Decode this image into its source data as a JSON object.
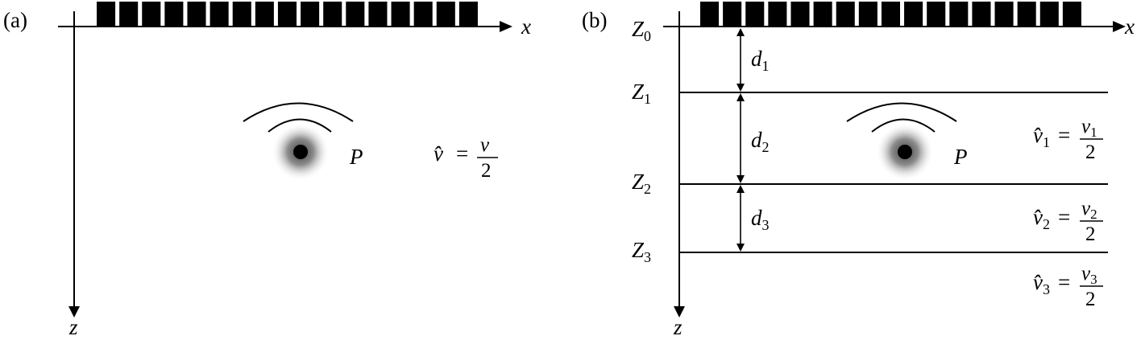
{
  "panel_a": {
    "label": "(a)",
    "x_axis": "x",
    "z_axis": "z",
    "point": "P",
    "velocity": {
      "hat": "v̂",
      "eq": "=",
      "num": "v",
      "den": "2"
    }
  },
  "panel_b": {
    "label": "(b)",
    "x_axis": "x",
    "z_axis": "z",
    "point": "P",
    "depths": [
      {
        "z": "Z",
        "sub": "0"
      },
      {
        "z": "Z",
        "sub": "1"
      },
      {
        "z": "Z",
        "sub": "2"
      },
      {
        "z": "Z",
        "sub": "3"
      }
    ],
    "thickness": [
      {
        "d": "d",
        "sub": "1"
      },
      {
        "d": "d",
        "sub": "2"
      },
      {
        "d": "d",
        "sub": "3"
      }
    ],
    "velocities": [
      {
        "hat": "v̂",
        "sub": "1",
        "eq": "=",
        "num": "v",
        "numsub": "1",
        "den": "2"
      },
      {
        "hat": "v̂",
        "sub": "2",
        "eq": "=",
        "num": "v",
        "numsub": "2",
        "den": "2"
      },
      {
        "hat": "v̂",
        "sub": "3",
        "eq": "=",
        "num": "v",
        "numsub": "3",
        "den": "2"
      }
    ]
  }
}
